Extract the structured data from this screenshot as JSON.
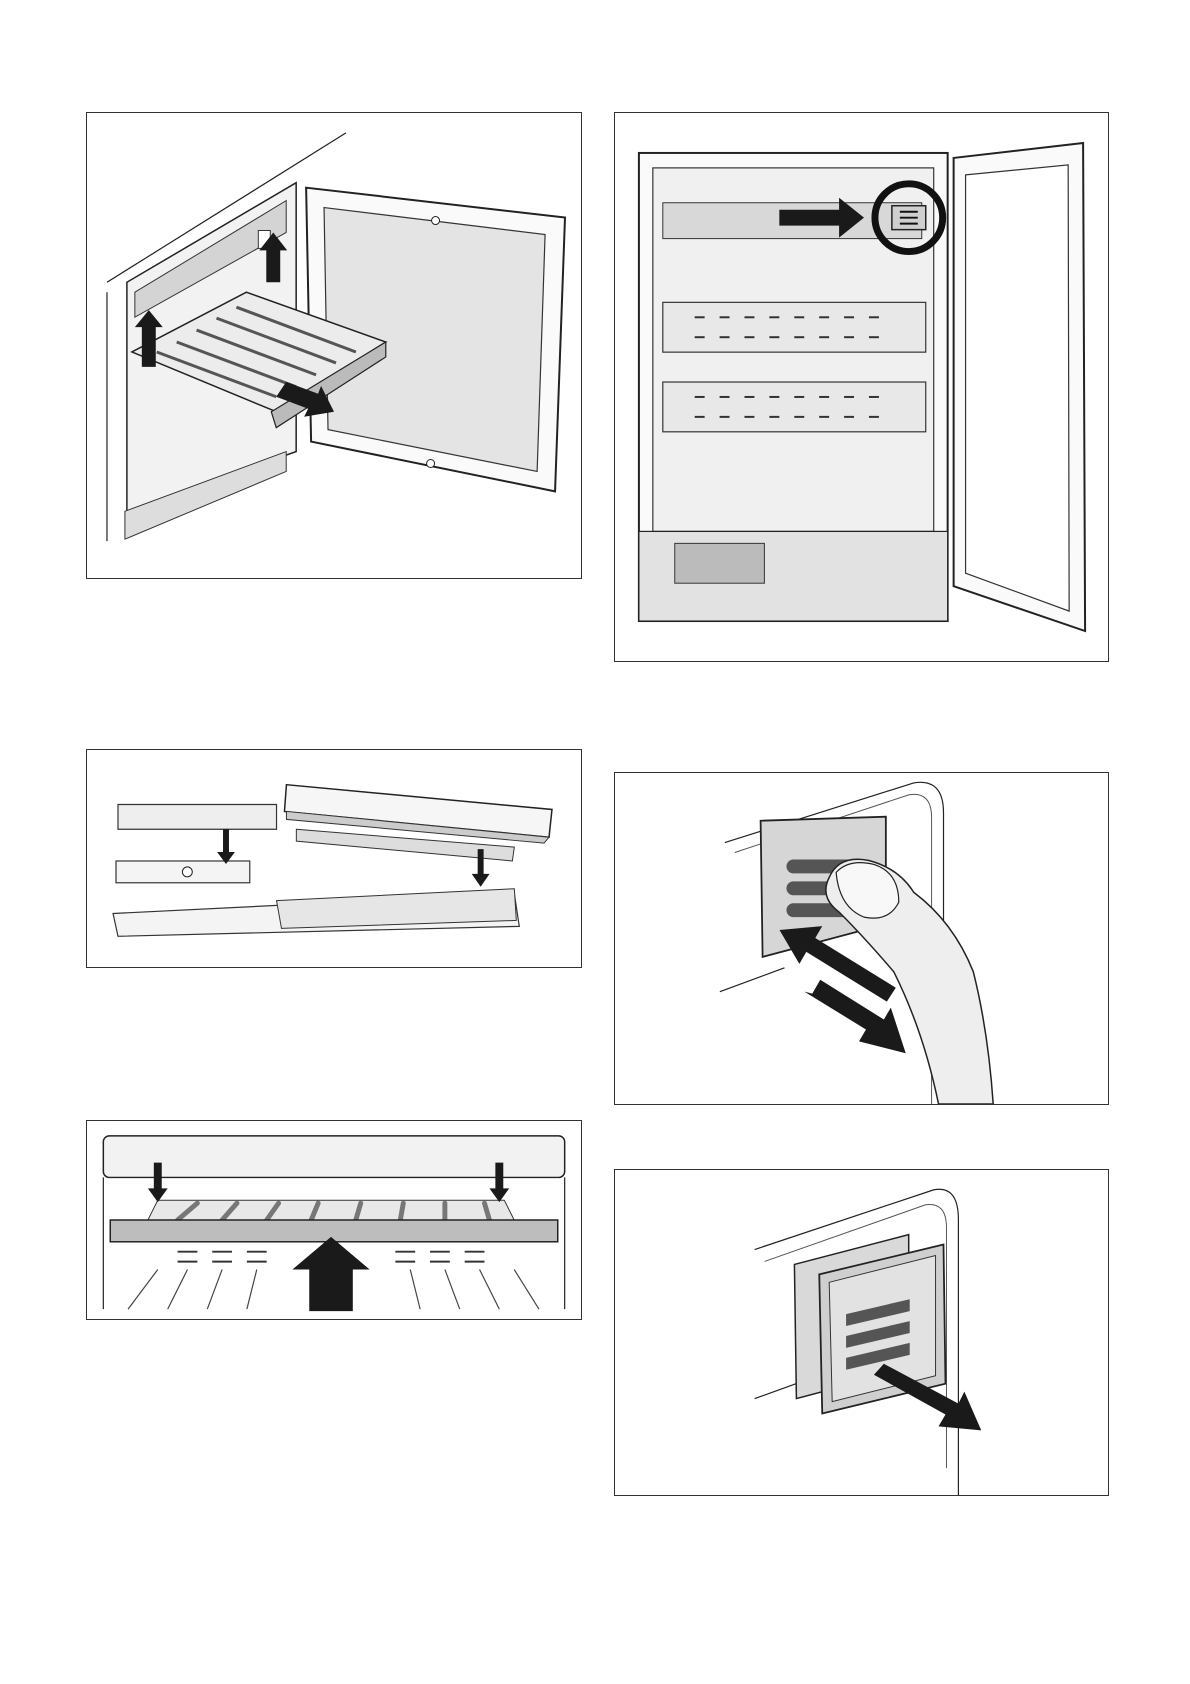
{
  "page": {
    "background": "#ffffff"
  },
  "figures": [
    {
      "id": "fig-1",
      "subject": "open-appliance-with-pull-out-shelf",
      "arrows": 3
    },
    {
      "id": "fig-2",
      "subject": "appliance-front-with-highlighted-menu-button",
      "icon": "menu-icon",
      "arrows": 1
    },
    {
      "id": "fig-3",
      "subject": "shelf-placed-onto-telescopic-rails",
      "arrows": 2
    },
    {
      "id": "fig-4",
      "subject": "finger-sliding-vent-cover",
      "arrows": 2
    },
    {
      "id": "fig-5",
      "subject": "shelf-pushed-up-and-inserted",
      "arrows": 3
    },
    {
      "id": "fig-6",
      "subject": "vent-cover-pulled-out",
      "arrows": 1
    }
  ],
  "colors": {
    "line": "#222222",
    "arrow": "#1a1a1a",
    "panel_fill": "#d6d6d6",
    "light_fill": "#efefef"
  }
}
